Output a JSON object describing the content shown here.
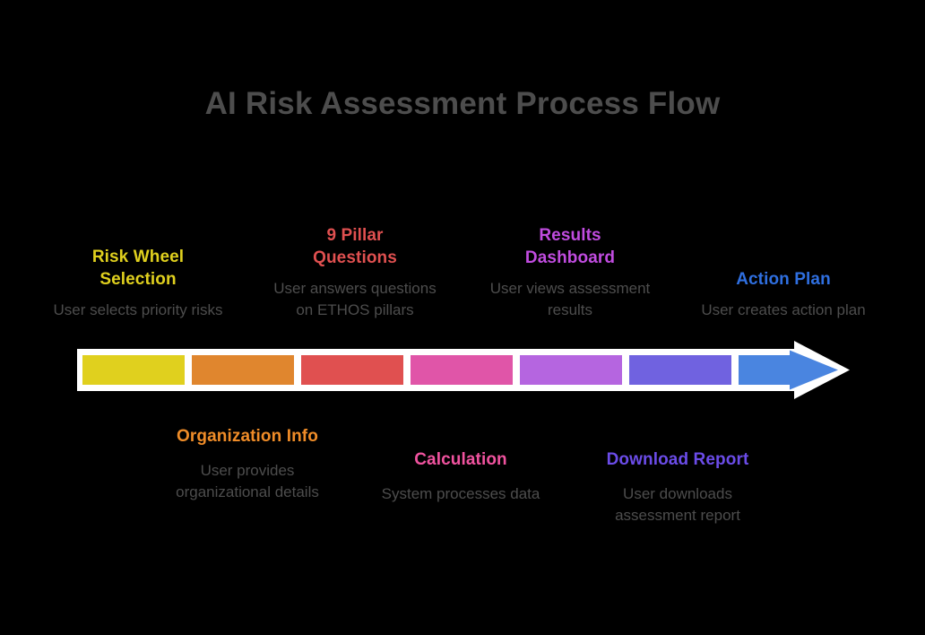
{
  "title": "AI Risk Assessment Process Flow",
  "background_color": "#000000",
  "title_color": "#4d4d4d",
  "description_color": "#4d4d4d",
  "arrow": {
    "outline_color": "#ffffff",
    "segments": [
      {
        "name": "risk-wheel-selection",
        "color": "#e0d01e"
      },
      {
        "name": "organization-info",
        "color": "#e0862e"
      },
      {
        "name": "nine-pillar-questions",
        "color": "#e05050"
      },
      {
        "name": "calculation",
        "color": "#e055a8"
      },
      {
        "name": "results-dashboard",
        "color": "#b565e0"
      },
      {
        "name": "download-report",
        "color": "#7062e0"
      },
      {
        "name": "action-plan",
        "color": "#4a85e0"
      }
    ]
  },
  "stages_top": [
    {
      "label": "Risk Wheel\nSelection",
      "label_line1": "Risk Wheel",
      "label_line2": "Selection",
      "description": "User selects priority risks",
      "color": "#e0d01e"
    },
    {
      "label": "9 Pillar\nQuestions",
      "label_line1": "9 Pillar",
      "label_line2": "Questions",
      "description": "User answers questions on ETHOS pillars",
      "color": "#e05050"
    },
    {
      "label": "Results\nDashboard",
      "label_line1": "Results",
      "label_line2": "Dashboard",
      "description": "User views assessment results",
      "color": "#c14ce0"
    },
    {
      "label": "Action Plan",
      "label_line1": "Action Plan",
      "label_line2": "",
      "description": "User creates action plan",
      "color": "#2f6fe0"
    }
  ],
  "stages_bottom": [
    {
      "label": "Organization Info",
      "description": "User provides organizational details",
      "color": "#ef8c28"
    },
    {
      "label": "Calculation",
      "description": "System processes data",
      "color": "#f0539f"
    },
    {
      "label": "Download Report",
      "description": "User downloads assessment report",
      "color": "#6b4ce8"
    }
  ]
}
